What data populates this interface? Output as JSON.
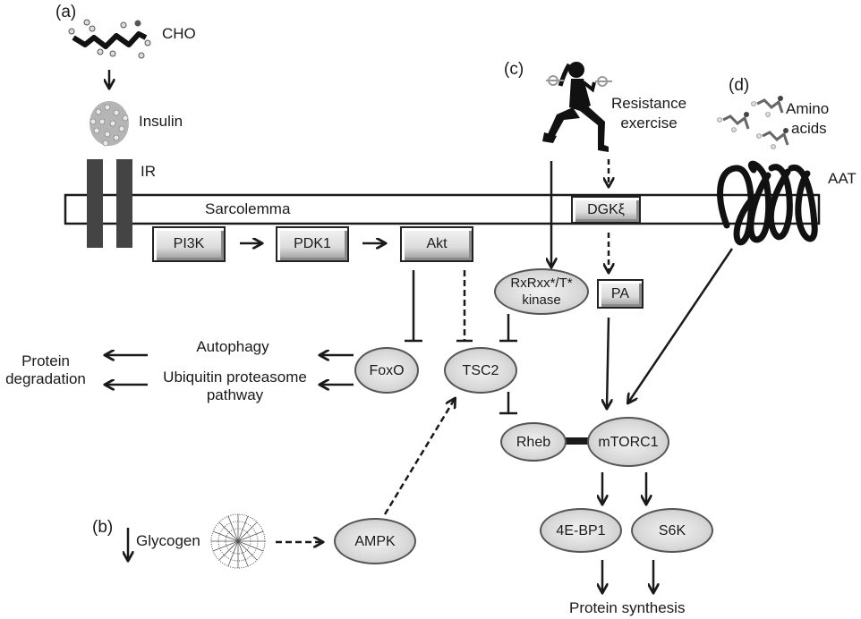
{
  "diagram": {
    "panels": {
      "a": "(a)",
      "b": "(b)",
      "c": "(c)",
      "d": "(d)"
    },
    "inputs": {
      "cho": "CHO",
      "insulin": "Insulin",
      "ir": "IR",
      "glycogen": "Glycogen",
      "resistance_exercise_line1": "Resistance",
      "resistance_exercise_line2": "exercise",
      "amino_acids_line1": "Amino",
      "amino_acids_line2": "acids",
      "aat": "AAT"
    },
    "membrane": {
      "label": "Sarcolemma"
    },
    "boxes": {
      "pi3k": "PI3K",
      "pdk1": "PDK1",
      "akt": "Akt",
      "dgk": "DGKξ",
      "pa": "PA"
    },
    "nodes": {
      "rxrxx_line1": "RxRxx*/T*",
      "rxrxx_line2": "kinase",
      "foxo": "FoxO",
      "tsc2": "TSC2",
      "rheb": "Rheb",
      "mtorc1": "mTORC1",
      "fourebp1": "4E-BP1",
      "s6k": "S6K",
      "ampk": "AMPK"
    },
    "outputs": {
      "autophagy": "Autophagy",
      "ups_line1": "Ubiquitin proteasome",
      "ups_line2": "pathway",
      "protein_degradation_line1": "Protein",
      "protein_degradation_line2": "degradation",
      "protein_synthesis": "Protein synthesis"
    },
    "colors": {
      "ink": "#1a1a1a",
      "ir_bar": "#444444",
      "node_fill": "#d8d8d8",
      "node_border": "#555555"
    }
  }
}
